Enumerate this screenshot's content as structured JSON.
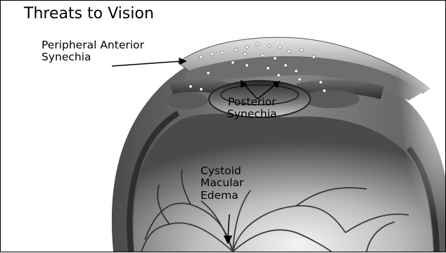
{
  "slide": {
    "title": "Threats to Vision"
  },
  "labels": {
    "peripheral_anterior_synechia": [
      "Peripheral Anterior",
      "Synechia"
    ],
    "posterior_synechia": [
      "Posterior",
      "Synechia"
    ],
    "cystoid_macular_edema": [
      "Cystoid",
      "Macular",
      "Edema"
    ]
  },
  "colors": {
    "border": "#000000",
    "text": "#000000",
    "eye_dark": "#3a3a3a",
    "eye_light": "#e8e8e8"
  }
}
